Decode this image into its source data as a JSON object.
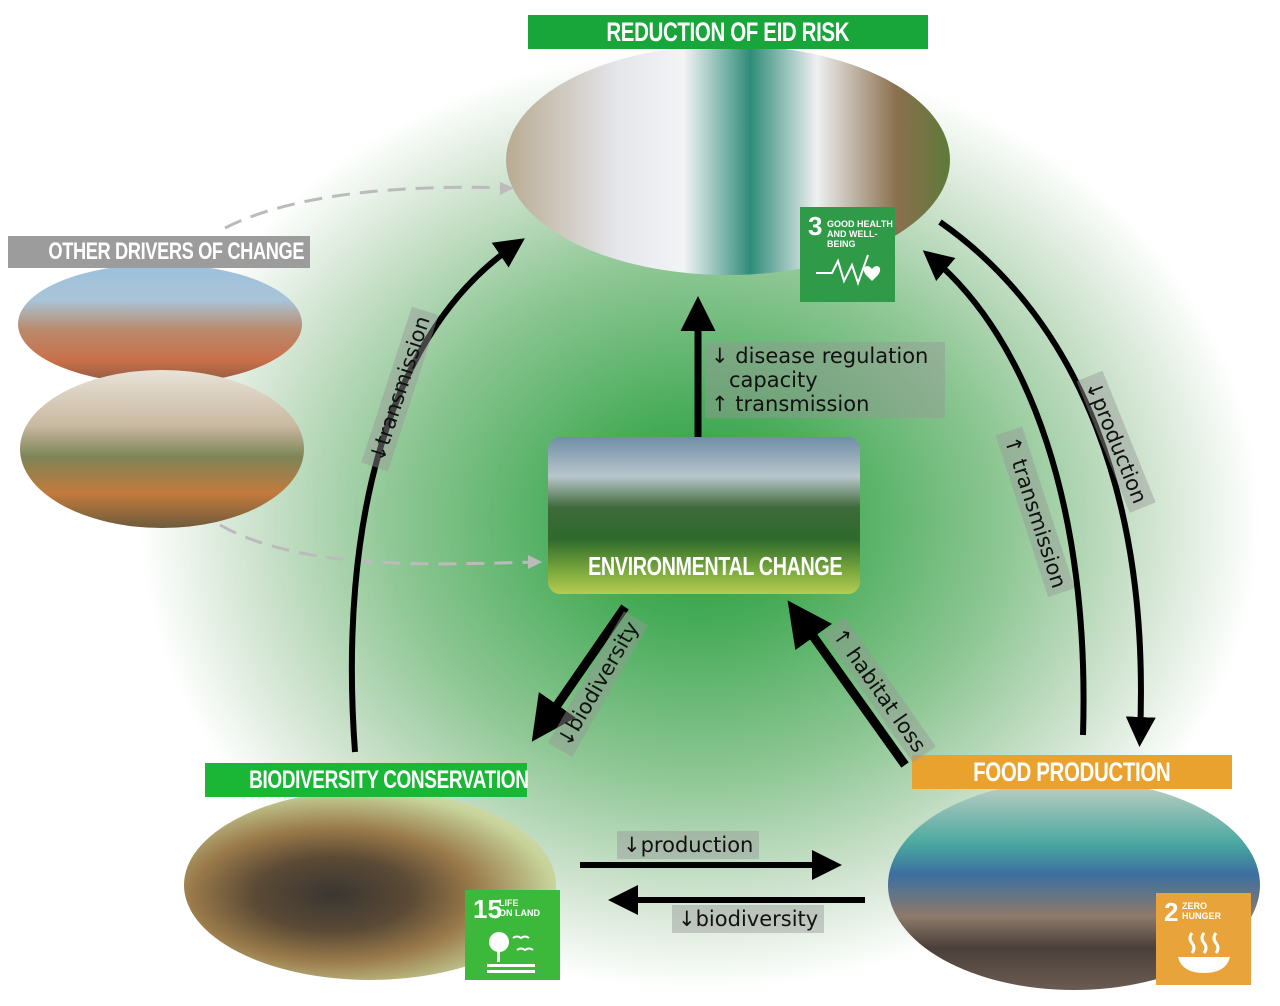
{
  "nodes": {
    "eid_risk": {
      "title": "REDUCTION OF EID RISK",
      "color": "#18a53a"
    },
    "other_drivers": {
      "title": "OTHER DRIVERS OF CHANGE",
      "color": "#9c9c9c"
    },
    "environmental_change": {
      "title": "ENVIRONMENTAL CHANGE"
    },
    "biodiversity": {
      "title": "BIODIVERSITY CONSERVATION",
      "color": "#19b735"
    },
    "food": {
      "title": "FOOD PRODUCTION",
      "color": "#eaa22f"
    }
  },
  "sdgs": {
    "sdg3": {
      "number": "3",
      "label_line1": "GOOD HEALTH",
      "label_line2": "AND WELL-BEING",
      "color": "#2f9a48",
      "icon": "heartbeat-icon"
    },
    "sdg15": {
      "number": "15",
      "label_line1": "LIFE",
      "label_line2": "ON LAND",
      "color": "#3cb93a",
      "icon": "tree-birds-icon"
    },
    "sdg2": {
      "number": "2",
      "label_line1": "ZERO",
      "label_line2": "HUNGER",
      "color": "#e8a43a",
      "icon": "bowl-icon"
    }
  },
  "labels": {
    "center_line1": "↓ disease regulation",
    "center_line2": "capacity",
    "center_line3": "↑ transmission",
    "left_transmission": "↓transmission",
    "right_transmission": "↑ transmission",
    "right_production": "↓production",
    "env_biodiversity": "↓biodiversity",
    "habitat_loss": "↑ habitat loss",
    "bottom_production": "↓production",
    "bottom_biodiversity": "↓biodiversity"
  }
}
